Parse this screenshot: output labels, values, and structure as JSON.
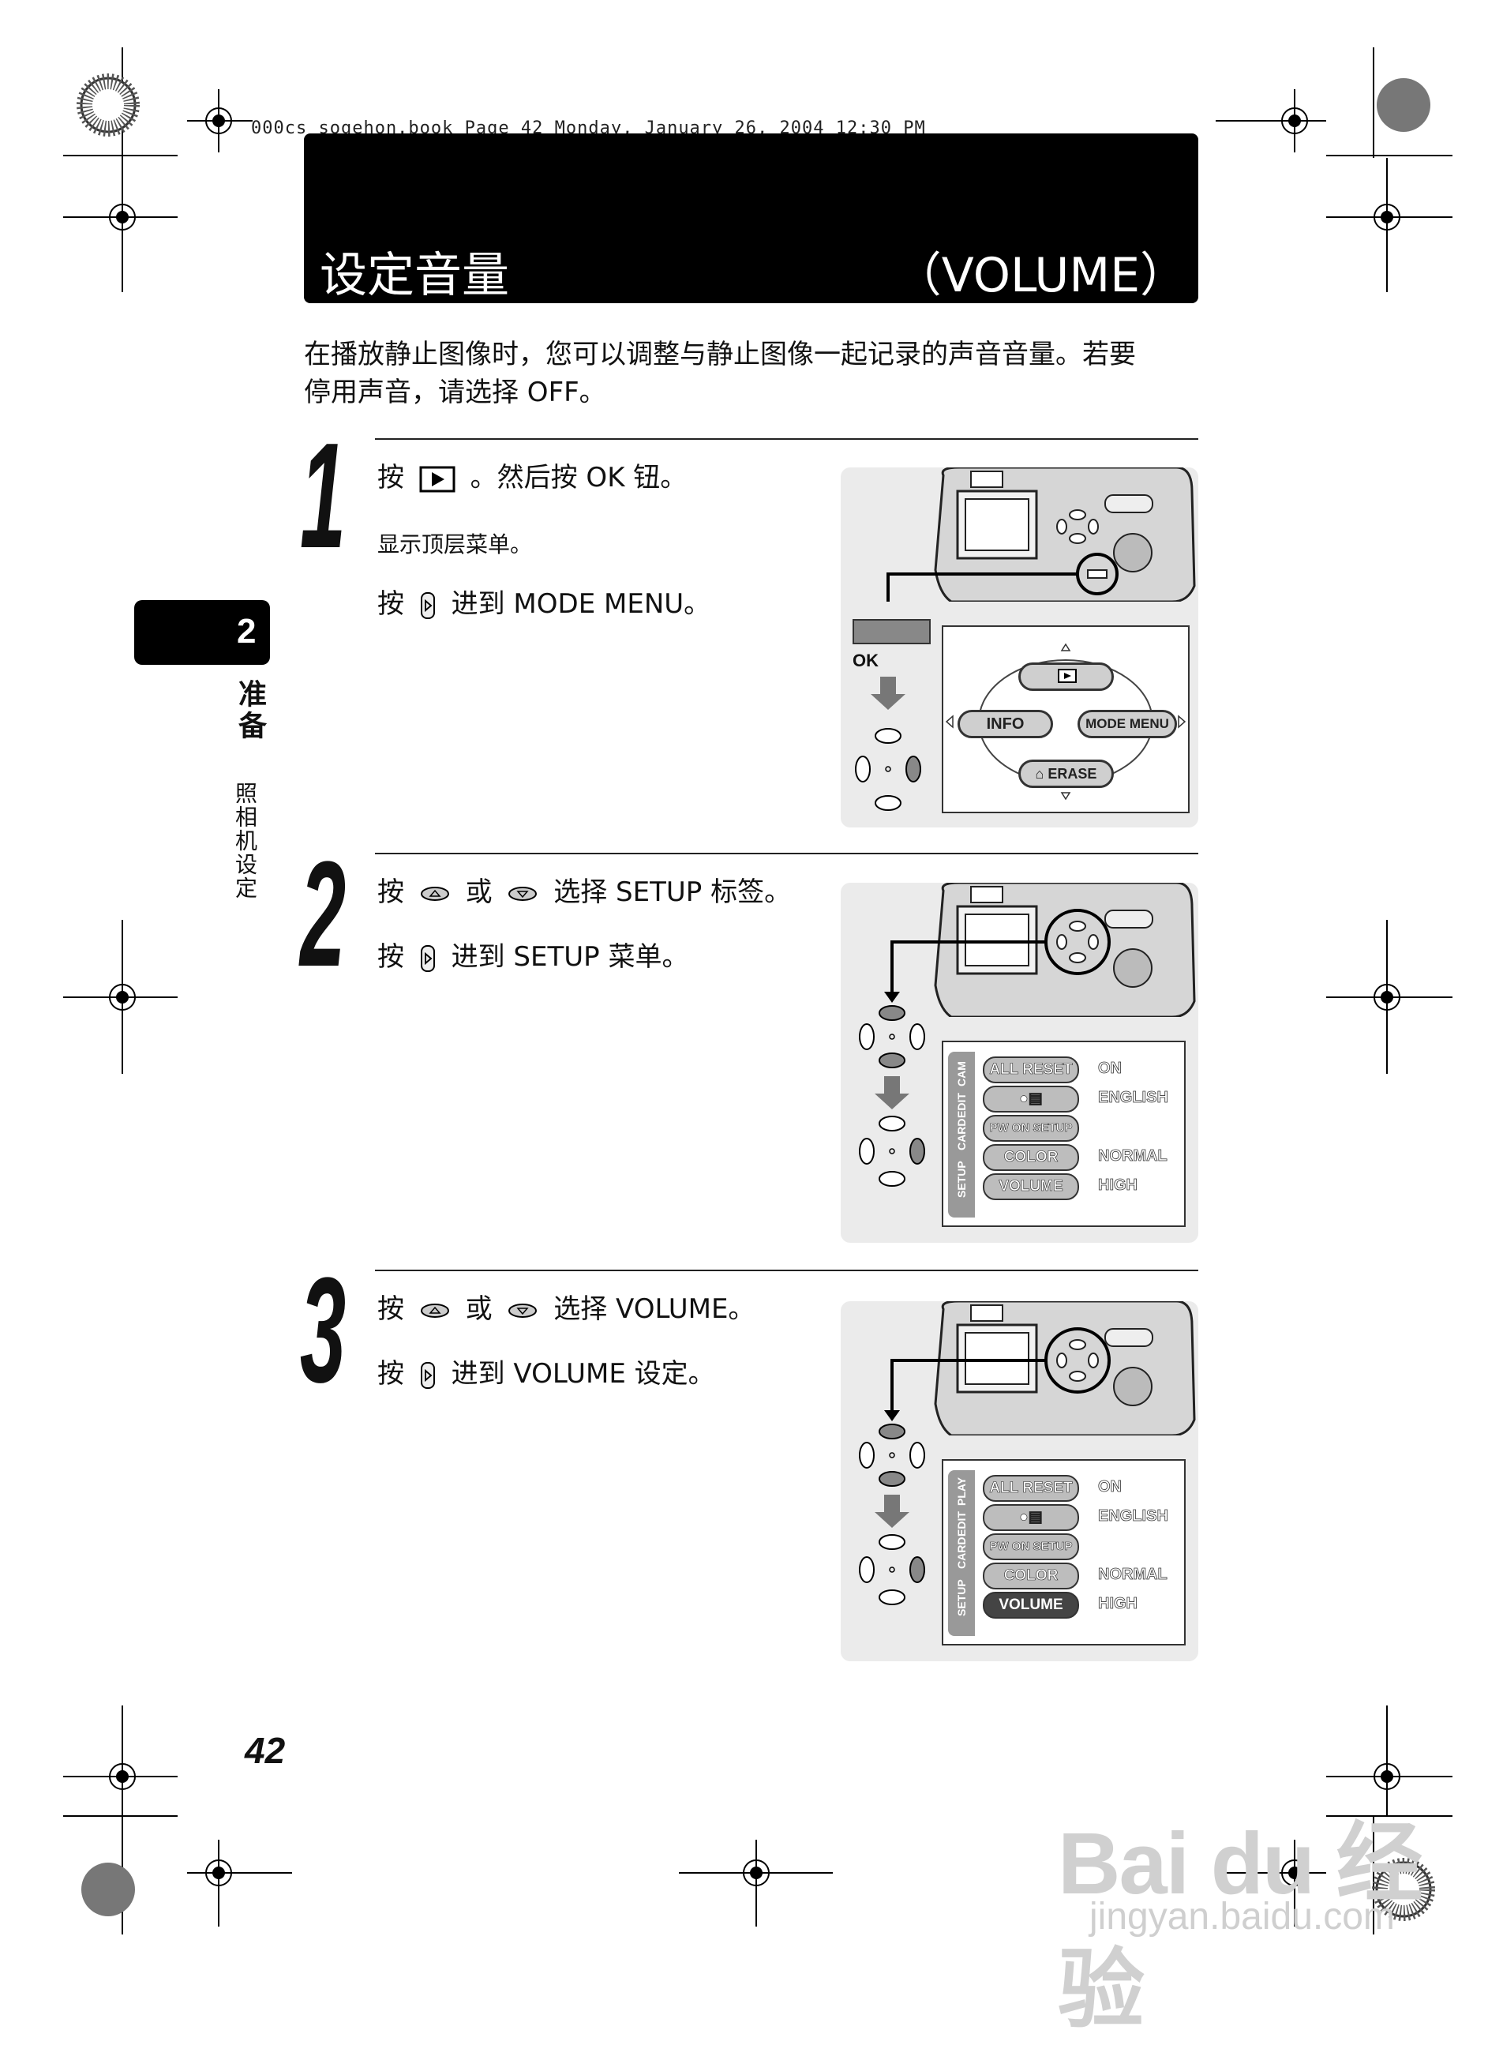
{
  "file_line": "000cs_sogehon.book  Page 42  Monday, January 26, 2004  12:30 PM",
  "title": {
    "zh": "设定音量",
    "en": "（VOLUME）"
  },
  "intro": [
    "在播放静止图像时，您可以调整与静止图像一起记录的声音音量。若要",
    "停用声音，请选择 OFF。"
  ],
  "side": {
    "chapter_num": "2",
    "chapter_title": "准备",
    "section": "照相机设定"
  },
  "steps": [
    {
      "num": "1",
      "line1_pre": "按",
      "line1_post": "。然后按 OK 钮。",
      "sub": "显示顶层菜单。",
      "line2_pre": "按",
      "line2_post": "进到 MODE MENU。"
    },
    {
      "num": "2",
      "line1_pre": "按",
      "line1_mid": "或",
      "line1_post": "选择 SETUP 标签。",
      "line2_pre": "按",
      "line2_post": "进到 SETUP 菜单。"
    },
    {
      "num": "3",
      "line1_pre": "按",
      "line1_mid": "或",
      "line1_post": "选择 VOLUME。",
      "line2_pre": "按",
      "line2_post": "进到 VOLUME 设定。"
    }
  ],
  "top_menu": {
    "ok_label": "OK",
    "info": "INFO",
    "mode_menu": "MODE MENU",
    "erase": "ERASE"
  },
  "setup_menu": {
    "tabs": [
      "SETUP",
      "CARD",
      "EDIT",
      "CAM"
    ],
    "tabs_step3": [
      "SETUP",
      "CARD",
      "EDIT",
      "PLAY"
    ],
    "rows": [
      {
        "label": "ALL RESET",
        "value": "ON"
      },
      {
        "label": "",
        "value": "ENGLISH"
      },
      {
        "label": "PW ON SETUP",
        "value": ""
      },
      {
        "label": "COLOR",
        "value": "NORMAL"
      },
      {
        "label": "VOLUME",
        "value": "HIGH"
      }
    ]
  },
  "page_number": "42",
  "watermark": {
    "brand": "Bai du 经验",
    "url": "jingyan.baidu.com"
  }
}
